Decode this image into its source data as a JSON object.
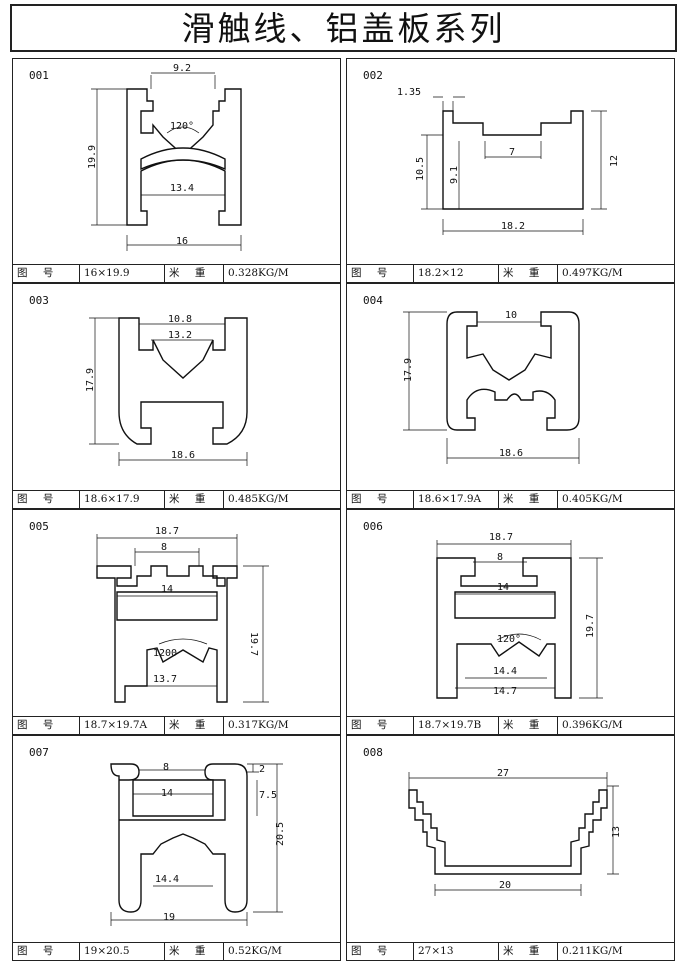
{
  "title": "滑触线、铝盖板系列",
  "labels": {
    "drawing_no": "图 号",
    "weight": "米 重"
  },
  "panels": [
    {
      "id": "001",
      "size": "16×19.9",
      "weight": "0.328KG/M",
      "dims": [
        "9.2",
        "120°",
        "19.9",
        "13.4",
        "16"
      ]
    },
    {
      "id": "002",
      "size": "18.2×12",
      "weight": "0.497KG/M",
      "dims": [
        "1.35",
        "7",
        "10.5",
        "9.1",
        "12",
        "18.2"
      ]
    },
    {
      "id": "003",
      "size": "18.6×17.9",
      "weight": "0.485KG/M",
      "dims": [
        "10.8",
        "13.2",
        "17.9",
        "18.6"
      ]
    },
    {
      "id": "004",
      "size": "18.6×17.9A",
      "weight": "0.405KG/M",
      "dims": [
        "10",
        "17.9",
        "18.6"
      ]
    },
    {
      "id": "005",
      "size": "18.7×19.7A",
      "weight": "0.317KG/M",
      "dims": [
        "18.7",
        "8",
        "14",
        "19.7",
        "1200",
        "13.7"
      ]
    },
    {
      "id": "006",
      "size": "18.7×19.7B",
      "weight": "0.396KG/M",
      "dims": [
        "18.7",
        "8",
        "14",
        "19.7",
        "120°",
        "14.4",
        "14.7"
      ]
    },
    {
      "id": "007",
      "size": "19×20.5",
      "weight": "0.52KG/M",
      "dims": [
        "8",
        "2",
        "14",
        "7.5",
        "20.5",
        "14.4",
        "19"
      ]
    },
    {
      "id": "008",
      "size": "27×13",
      "weight": "0.211KG/M",
      "dims": [
        "27",
        "13",
        "20"
      ]
    }
  ]
}
